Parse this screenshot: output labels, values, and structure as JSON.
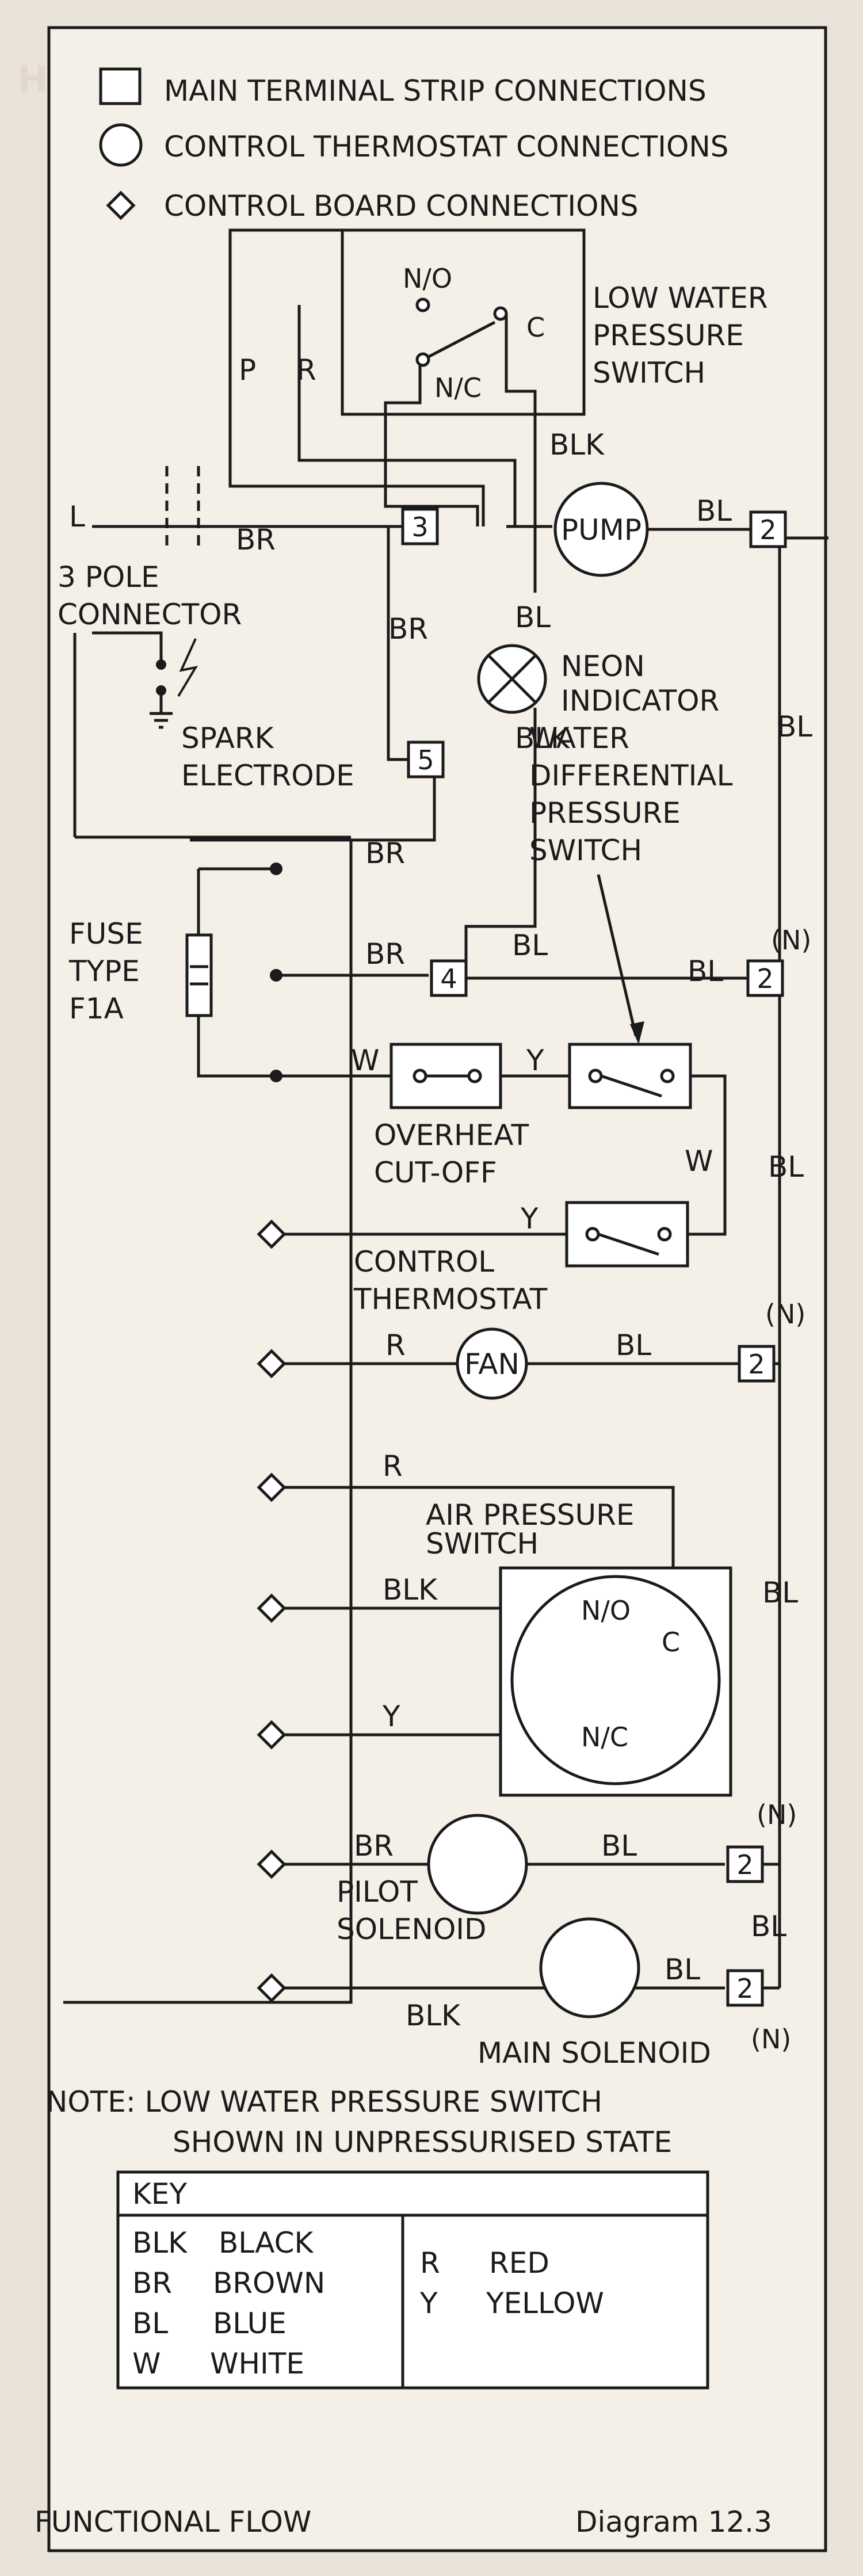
{
  "legend": {
    "terminal_strip": "MAIN TERMINAL STRIP CONNECTIONS",
    "thermostat": "CONTROL THERMOSTAT CONNECTIONS",
    "board": "CONTROL BOARD CONNECTIONS"
  },
  "components": {
    "lwps_title": [
      "LOW WATER",
      "PRESSURE",
      "SWITCH"
    ],
    "no": "N/O",
    "nc": "N/C",
    "c": "C",
    "pump": "PUMP",
    "neon": [
      "NEON",
      "INDICATOR"
    ],
    "connector": [
      "3 POLE",
      "CONNECTOR"
    ],
    "spark": [
      "SPARK",
      "ELECTRODE"
    ],
    "wdps": [
      "WATER",
      "DIFFERENTIAL",
      "PRESSURE",
      "SWITCH"
    ],
    "fuse": [
      "FUSE",
      "TYPE",
      "F1A"
    ],
    "overheat": [
      "OVERHEAT",
      "CUT-OFF"
    ],
    "thermostat": [
      "CONTROL",
      "THERMOSTAT"
    ],
    "fan": "FAN",
    "aps": [
      "AIR PRESSURE",
      "SWITCH"
    ],
    "pilot": [
      "PILOT",
      "SOLENOID"
    ],
    "main_sol": "MAIN SOLENOID"
  },
  "wire_labels": {
    "P": "P",
    "R": "R",
    "BLK": "BLK",
    "BR": "BR",
    "BL": "BL",
    "W": "W",
    "Y": "Y",
    "L": "L",
    "N": "(N)"
  },
  "terminals": {
    "t2": "2",
    "t3": "3",
    "t4": "4",
    "t5": "5"
  },
  "note": [
    "NOTE:  LOW WATER PRESSURE SWITCH",
    "SHOWN IN UNPRESSURISED STATE"
  ],
  "key": {
    "title": "KEY",
    "entries": [
      {
        "code": "BLK",
        "name": "BLACK"
      },
      {
        "code": "BR",
        "name": "BROWN"
      },
      {
        "code": "BL",
        "name": "BLUE"
      },
      {
        "code": "W",
        "name": "WHITE"
      },
      {
        "code": "R",
        "name": "RED"
      },
      {
        "code": "Y",
        "name": "YELLOW"
      }
    ]
  },
  "footer": {
    "left": "FUNCTIONAL FLOW",
    "right": "Diagram 12.3"
  },
  "watermark": "HSP"
}
